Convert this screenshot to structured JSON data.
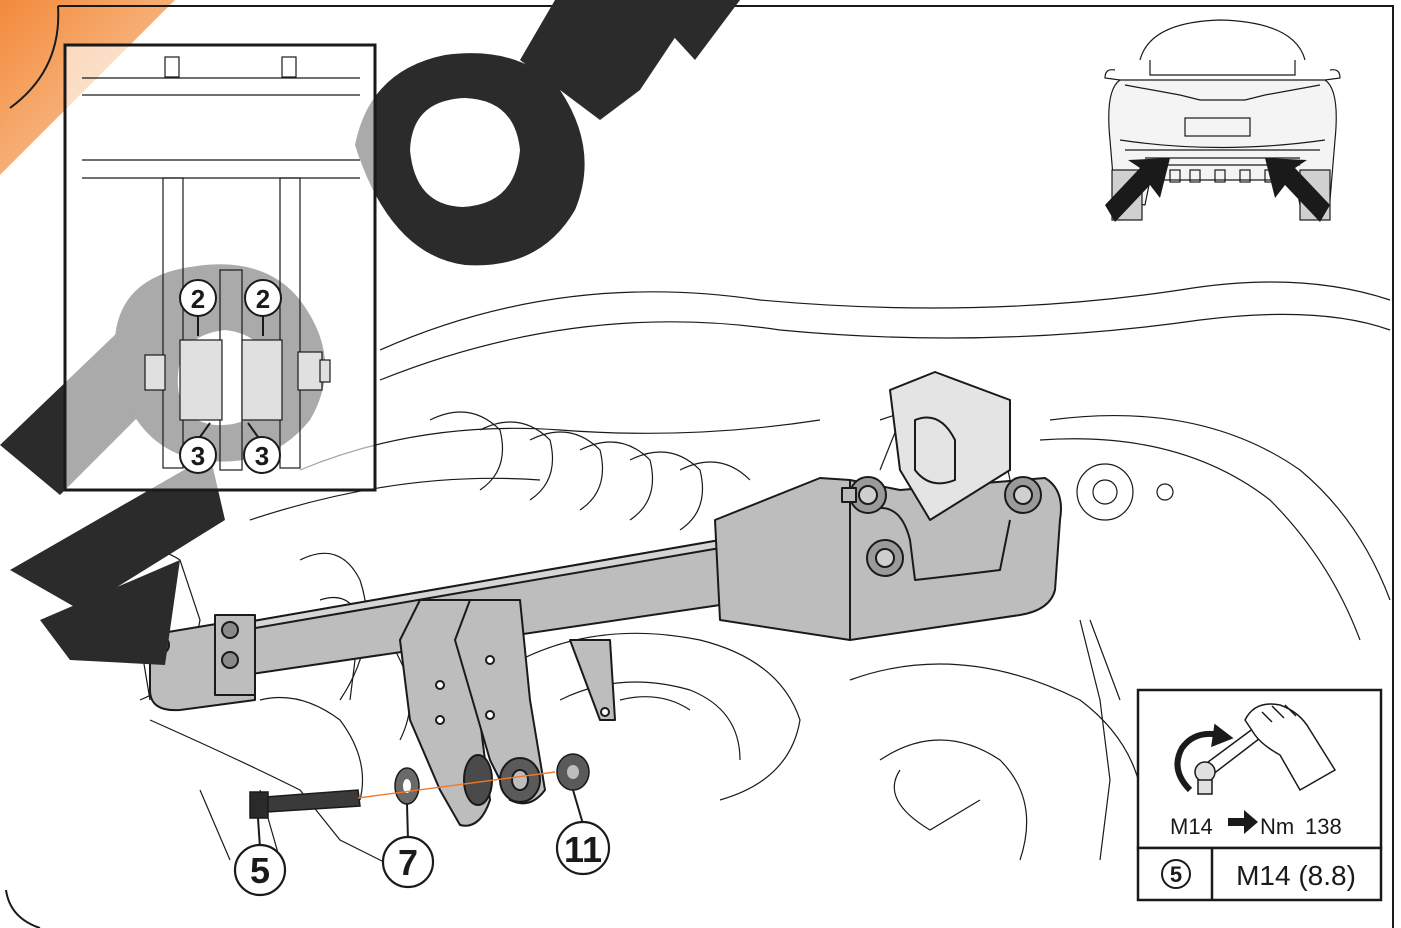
{
  "colors": {
    "accent_orange": "#f28a3a",
    "watermark": "#2b2b2b",
    "part_fill": "#bdbdbd",
    "part_dark": "#5a5a5a",
    "line": "#1a1a1a",
    "hidden_line": "#f07a2a"
  },
  "inset": {
    "callouts": [
      "2",
      "2",
      "3",
      "3"
    ]
  },
  "callouts": {
    "bolt": "5",
    "washer": "7",
    "nut": "11"
  },
  "torque_box": {
    "icon": "wrench-torque-icon",
    "thread": "M14",
    "arrow_icon": "right-arrow-icon",
    "unit": "Nm",
    "value": "138",
    "table": {
      "ref": "5",
      "spec": "M14 (8.8)"
    }
  },
  "icons": [
    "car-rear-view-icon",
    "pointer-arrow-icon",
    "pointer-arrow-icon"
  ]
}
